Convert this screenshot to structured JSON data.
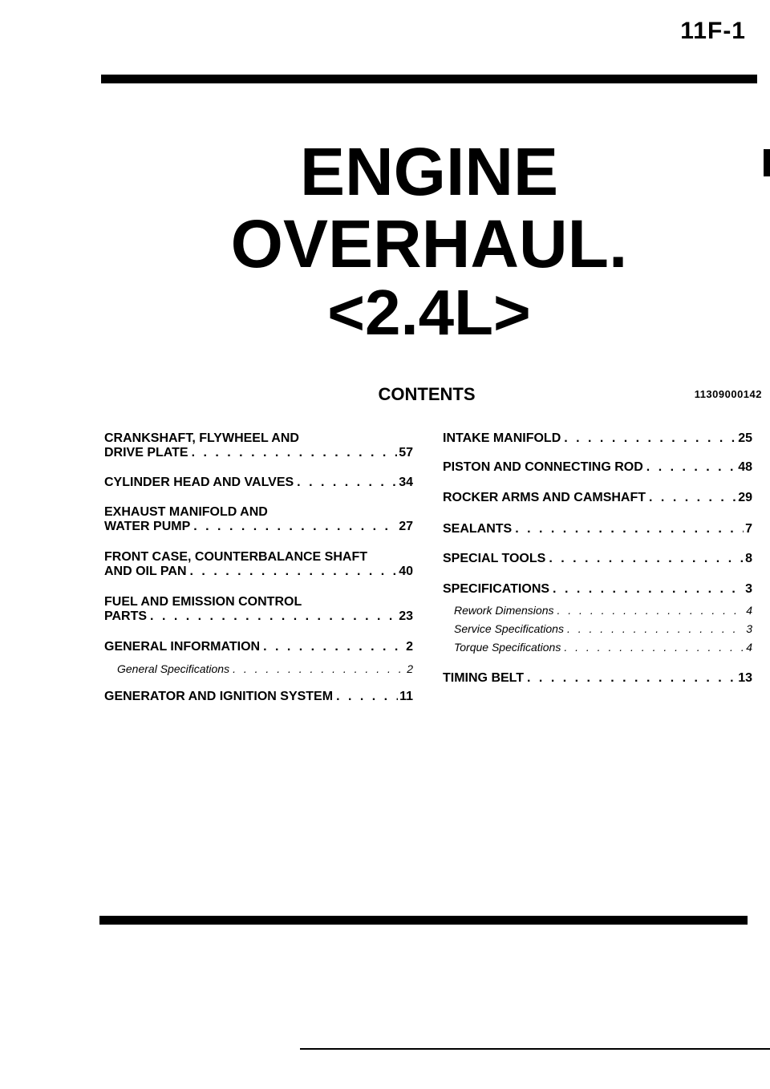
{
  "header": {
    "page_id": "11F-1"
  },
  "title": {
    "line1": "ENGINE",
    "line2": "OVERHAUL.",
    "line3": "<2.4L>"
  },
  "contents": {
    "heading": "CONTENTS",
    "doc_code": "11309000142"
  },
  "left_column": [
    {
      "line1": "CRANKSHAFT, FLYWHEEL AND",
      "line2": "DRIVE PLATE",
      "page": "57"
    },
    {
      "line1": "CYLINDER HEAD AND VALVES",
      "page": "34"
    },
    {
      "line1": "EXHAUST MANIFOLD AND",
      "line2": "WATER PUMP",
      "page": "27"
    },
    {
      "line1": "FRONT CASE, COUNTERBALANCE SHAFT",
      "line2": "AND OIL PAN",
      "page": "40"
    },
    {
      "line1": "FUEL AND EMISSION CONTROL",
      "line2": "PARTS",
      "page": "23"
    },
    {
      "line1": "GENERAL INFORMATION",
      "page": "2"
    },
    {
      "line1": "General Specifications",
      "page": "2"
    },
    {
      "line1": "GENERATOR AND IGNITION SYSTEM",
      "page": "11"
    }
  ],
  "right_column": [
    {
      "line1": "INTAKE MANIFOLD",
      "page": "25"
    },
    {
      "line1": "PISTON AND CONNECTING ROD",
      "page": "48"
    },
    {
      "line1": "ROCKER ARMS AND CAMSHAFT",
      "page": "29"
    },
    {
      "line1": "SEALANTS",
      "page": "7"
    },
    {
      "line1": "SPECIAL TOOLS",
      "page": "8"
    },
    {
      "line1": "SPECIFICATIONS",
      "page": "3"
    },
    {
      "line1": "Rework Dimensions",
      "page": "4"
    },
    {
      "line1": "Service Specifications",
      "page": "3"
    },
    {
      "line1": "Torque Specifications",
      "page": "4"
    },
    {
      "line1": "TIMING BELT",
      "page": "13"
    }
  ]
}
